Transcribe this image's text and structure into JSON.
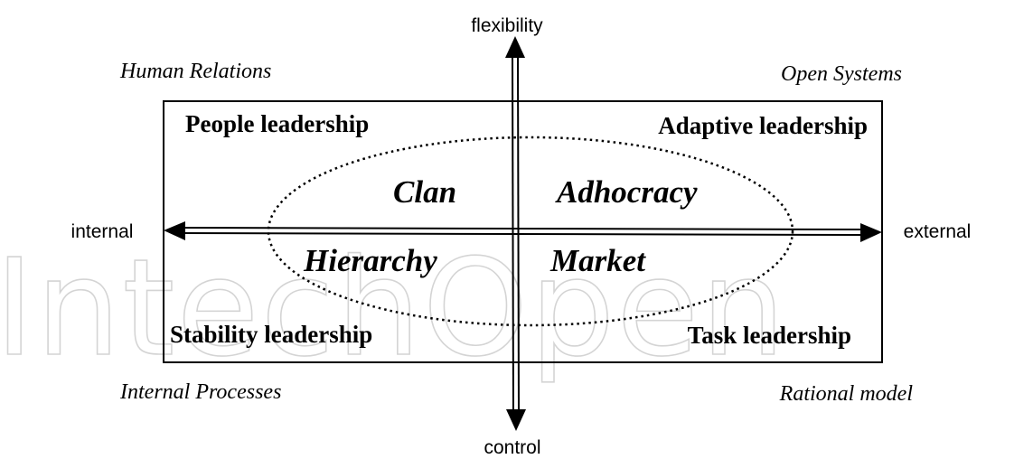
{
  "axes": {
    "top": "flexibility",
    "bottom": "control",
    "left": "internal",
    "right": "external"
  },
  "models": {
    "top_left": "Human Relations",
    "top_right": "Open Systems",
    "bottom_left": "Internal Processes",
    "bottom_right": "Rational model"
  },
  "leadership": {
    "top_left": "People leadership",
    "top_right": "Adaptive leadership",
    "bottom_left": "Stability leadership",
    "bottom_right": "Task leadership"
  },
  "cultures": {
    "top_left": "Clan",
    "top_right": "Adhocracy",
    "bottom_left": "Hierarchy",
    "bottom_right": "Market"
  },
  "watermark": "IntechOpen"
}
